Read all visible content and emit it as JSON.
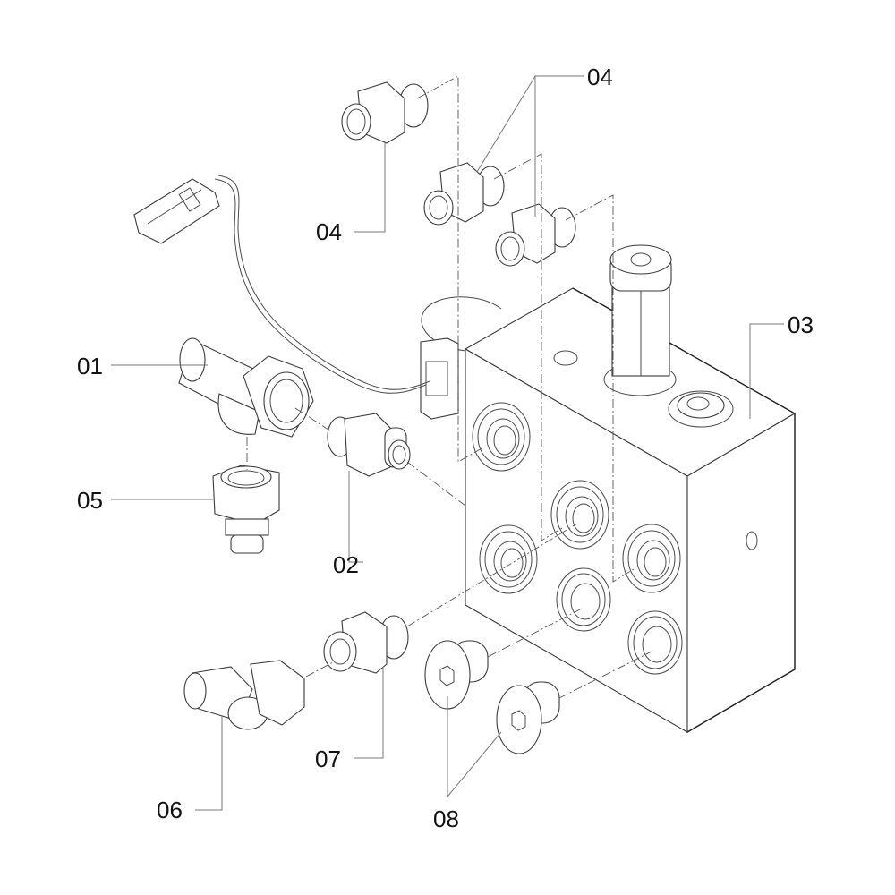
{
  "diagram": {
    "title": "Hydraulic valve block exploded view",
    "callouts": [
      {
        "id": "c01",
        "label": "01",
        "part": "Tee fitting"
      },
      {
        "id": "c02",
        "label": "02",
        "part": "Straight adapter fitting"
      },
      {
        "id": "c03",
        "label": "03",
        "part": "Valve manifold block"
      },
      {
        "id": "c04a",
        "label": "04",
        "part": "Adapter fitting"
      },
      {
        "id": "c04b",
        "label": "04",
        "part": "Adapter fitting"
      },
      {
        "id": "c05",
        "label": "05",
        "part": "Reducer nut fitting"
      },
      {
        "id": "c06",
        "label": "06",
        "part": "Elbow fitting"
      },
      {
        "id": "c07",
        "label": "07",
        "part": "Straight adapter fitting"
      },
      {
        "id": "c08",
        "label": "08",
        "part": "Hex socket plug"
      }
    ]
  }
}
